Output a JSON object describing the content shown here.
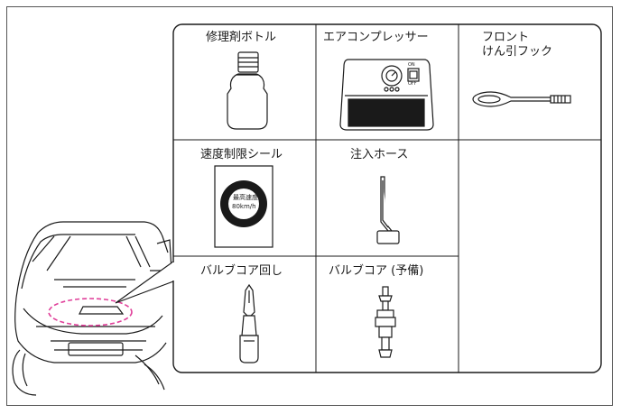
{
  "items": {
    "repair_bottle": "修理剤ボトル",
    "air_compressor": "エアコンプレッサー",
    "tow_hook_line1": "フロント",
    "tow_hook_line2": "けん引フック",
    "speed_sticker": "速度制限シール",
    "injection_hose": "注入ホース",
    "valve_core_tool": "バルブコア回し",
    "spare_valve_core": "バルブコア (予備)"
  },
  "compressor_switch": {
    "on": "ON",
    "off": "OFF"
  },
  "sticker_text": {
    "line1": "最高速度",
    "line2": "80km/h"
  },
  "colors": {
    "line": "#1a1a1a",
    "highlight": "#e0409a",
    "compressor_window": "#1a1a1a"
  }
}
